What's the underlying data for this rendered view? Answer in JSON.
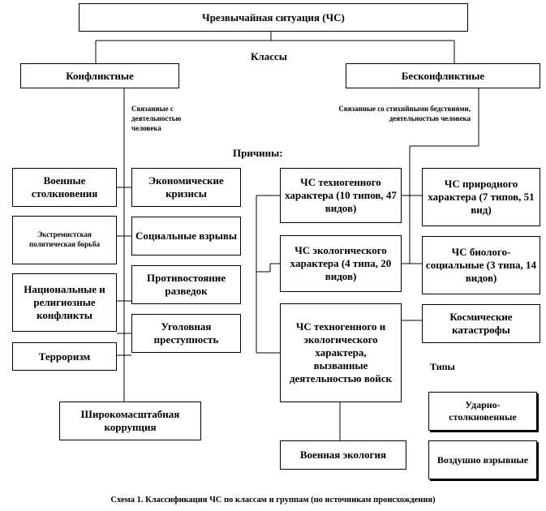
{
  "title": "Чрезвычайная ситуация (ЧС)",
  "classes_label": "Классы",
  "class_conflict": "Конфликтные",
  "class_nonconflict": "Бесконфликтные",
  "note_conflict": "Связанные с деятельностью человека",
  "note_nonconflict": "Связанные со стихийными бедствиями, деятельностью человека",
  "causes_label": "Причины:",
  "types_label": "Типы",
  "left_causes": [
    "Военные столкновения",
    "Экстремистская политическая борьба",
    "Национальные и религиозные конфликты",
    "Терроризм"
  ],
  "middle_causes": [
    "Экономические кризисы",
    "Социальные взрывы",
    "Противостояние разведок",
    "Уголовная преступность"
  ],
  "corruption": "Широкомасштабная коррупция",
  "techno": "ЧС техногенного характера (10 типов, 47 видов)",
  "ecology": "ЧС экологического характера (4 типа, 20 видов)",
  "military": "ЧС техногенного и экологического характера, вызванные деятельностью войск",
  "military_ecology": "Военная экология",
  "natural": "ЧС природного характера (7 типов, 51 вид)",
  "biosocial": "ЧС биолого-социальные (3 типа, 14 видов)",
  "cosmic": "Космические катастрофы",
  "types": [
    "Ударно-столкновенные",
    "Воздушно взрывные"
  ],
  "caption": "Схема 1. Классификация ЧС по классам и группам (по источникам происхождения)"
}
